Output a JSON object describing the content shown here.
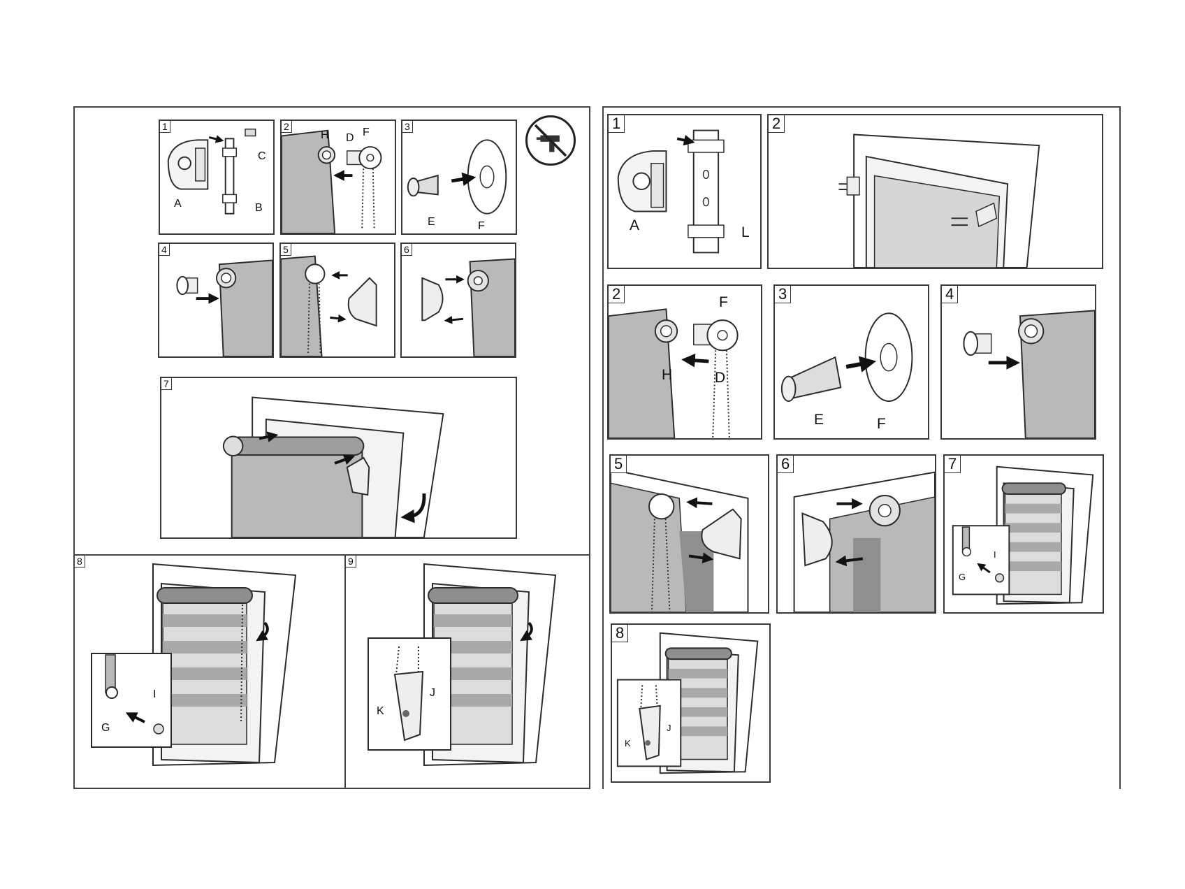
{
  "left_sheet": {
    "step_1": {
      "number": "1",
      "labels": {
        "a": "A",
        "b": "B",
        "c": "C"
      }
    },
    "step_2": {
      "number": "2",
      "labels": {
        "h": "H",
        "d": "D",
        "f": "F"
      }
    },
    "step_3": {
      "number": "3",
      "labels": {
        "e": "E",
        "f": "F"
      }
    },
    "step_4": {
      "number": "4"
    },
    "step_5": {
      "number": "5"
    },
    "step_6": {
      "number": "6"
    },
    "step_7": {
      "number": "7"
    },
    "step_8": {
      "number": "8",
      "labels": {
        "g": "G",
        "i": "I"
      }
    },
    "step_9": {
      "number": "9",
      "labels": {
        "k": "K",
        "j": "J"
      }
    },
    "icon": "no-drill-icon"
  },
  "right_sheet": {
    "step_1": {
      "number": "1",
      "labels": {
        "a": "A",
        "l": "L"
      }
    },
    "step_2a": {
      "number": "2"
    },
    "step_2b": {
      "number": "2",
      "labels": {
        "f": "F",
        "h": "H",
        "d": "D"
      }
    },
    "step_3": {
      "number": "3",
      "labels": {
        "e": "E",
        "f": "F"
      }
    },
    "step_4": {
      "number": "4"
    },
    "step_5": {
      "number": "5"
    },
    "step_6": {
      "number": "6"
    },
    "step_7": {
      "number": "7",
      "labels": {
        "g": "G",
        "i": "I"
      }
    },
    "step_8": {
      "number": "8",
      "labels": {
        "k": "K",
        "j": "J"
      }
    },
    "icon": "drill-icon"
  },
  "colors": {
    "line": "#2b2b2b",
    "fabric": "#b9b9b9",
    "fabric_dark": "#8f8f8f",
    "arrow": "#111111"
  }
}
